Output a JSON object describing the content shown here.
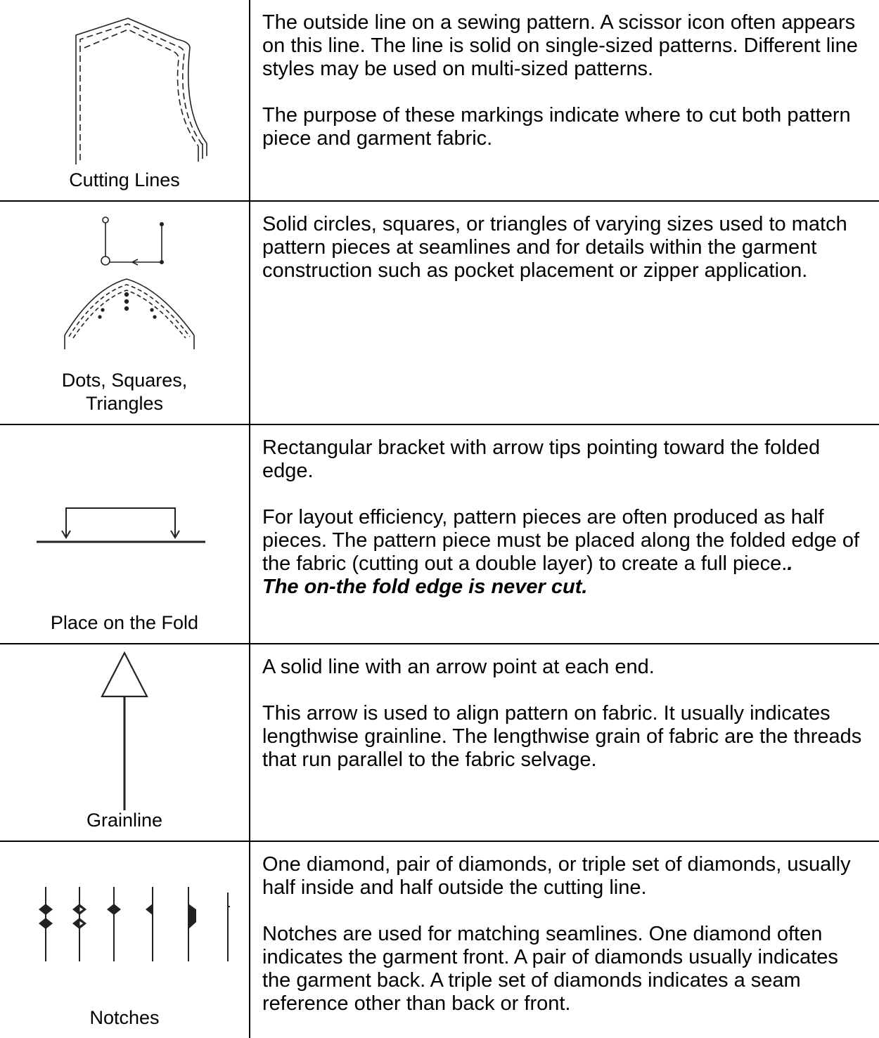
{
  "rows": [
    {
      "label": "Cutting Lines",
      "icon": "bodice-cutting-line-icon",
      "paragraphs": [
        "The outside line on a sewing pattern.  A scissor icon often appears on this line.  The line is solid on single-sized patterns.  Different line styles may be used on multi-sized patterns.",
        "The purpose of these markings indicate where to cut both pattern piece and garment fabric."
      ]
    },
    {
      "label_line1": "Dots, Squares,",
      "label_line2": "Triangles",
      "icon": "dots-markings-icon",
      "paragraphs": [
        "Solid circles, squares, or triangles of varying sizes used to match pattern pieces at seamlines and for details within the garment construction such as pocket placement or zipper application."
      ]
    },
    {
      "label": "Place on the Fold",
      "icon": "fold-bracket-icon",
      "paragraphs": [
        "Rectangular bracket with arrow tips pointing toward the folded edge.",
        "For layout efficiency, pattern pieces are often produced as half pieces.  The pattern piece must be placed along the folded edge of the fabric (cutting out a double layer) to create a full piece."
      ],
      "emphasis_period": ".",
      "emphasis": "The on-the fold edge is never cut."
    },
    {
      "label": "Grainline",
      "icon": "grainline-arrow-icon",
      "paragraphs": [
        "A solid line with an arrow point at each end.",
        "This arrow is used to align pattern on fabric.  It usually indicates lengthwise grainline.  The lengthwise grain of fabric are the threads that run parallel to the fabric selvage."
      ]
    },
    {
      "label": "Notches",
      "icon": "notches-diamonds-icon",
      "paragraphs": [
        "One diamond, pair of diamonds, or triple set of diamonds, usually half inside and half outside the cutting line.",
        "Notches are used for matching seamlines.  One diamond often indicates the garment front.  A pair of diamonds usually indicates the garment back.  A triple set of diamonds indicates a seam reference other than back or front."
      ]
    }
  ]
}
